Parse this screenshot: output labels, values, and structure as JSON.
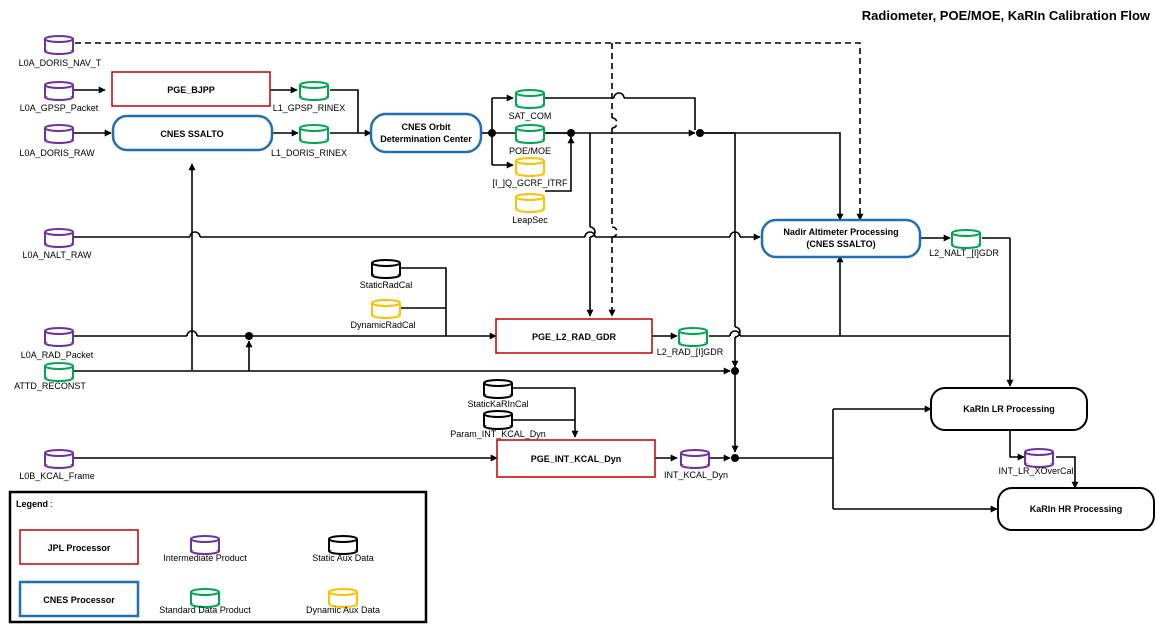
{
  "title": "Radiometer, POE/MOE, KaRIn Calibration Flow",
  "colors": {
    "jpl_processor": "#c00000",
    "cnes_processor": "#1f6fb5",
    "intermediate_product": "#7030a0",
    "standard_data_product": "#00a651",
    "static_aux": "#000000",
    "dynamic_aux": "#ffc000"
  },
  "processors": {
    "pge_bjpp": "PGE_BJPP",
    "cnes_ssalto": "CNES SSALTO",
    "cnes_orbit_1": "CNES Orbit",
    "cnes_orbit_2": "Determination Center",
    "nadir_1": "Nadir Altimeter Processing",
    "nadir_2": "(CNES SSALTO)",
    "pge_l2_rad_gdr": "PGE_L2_RAD_GDR",
    "pge_int_kcal_dyn": "PGE_INT_KCAL_Dyn",
    "karin_lr": "KaRIn LR Processing",
    "karin_hr": "KaRIn HR Processing"
  },
  "products": {
    "l0a_doris_nav_t": "L0A_DORIS_NAV_T",
    "l0a_gpsp_packet": "L0A_GPSP_Packet",
    "l0a_doris_raw": "L0A_DORIS_RAW",
    "l1_gpsp_rinex": "L1_GPSP_RINEX",
    "l1_doris_rinex": "L1_DORIS_RINEX",
    "sat_com": "SAT_COM",
    "poe_moe": "POE/MOE",
    "gcrf_itrf": "[I_]Q_GCRF_ITRF",
    "leapsec": "LeapSec",
    "l0a_nalt_raw": "L0A_NALT_RAW",
    "l2_nalt_gdr": "L2_NALT_[I]GDR",
    "static_radcal": "StaticRadCal",
    "dynamic_radcal": "DynamicRadCal",
    "l0a_rad_packet": "L0A_RAD_Packet",
    "attd_reconst": "ATTD_RECONST",
    "l2_rad_gdr": "L2_RAD_[I]GDR",
    "static_karincal": "StaticKaRInCal",
    "param_int_kcal_dyn": "Param_INT_KCAL_Dyn",
    "l0b_kcal_frame": "L0B_KCAL_Frame",
    "int_kcal_dyn": "INT_KCAL_Dyn",
    "int_lr_xovercal": "INT_LR_XOverCal"
  },
  "legend": {
    "title": "Legend",
    "jpl_processor": "JPL Processor",
    "cnes_processor": "CNES Processor",
    "intermediate_product": "Intermediate Product",
    "standard_data_product": "Standard Data Product",
    "static_aux": "Static Aux Data",
    "dynamic_aux": "Dynamic Aux Data"
  }
}
